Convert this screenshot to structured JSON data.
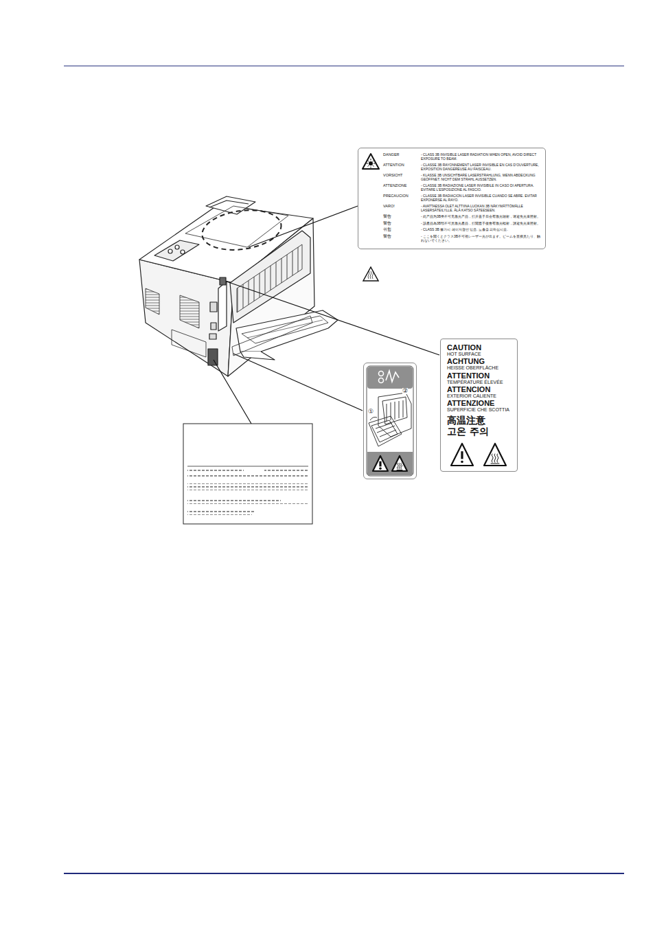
{
  "diagram": {
    "nodes": [
      {
        "text": [
          "DANGER",
          "- CLASS 3B INVISIBLE LASER RADIATION WHEN OPEN, AVOID DIRECT EXPOSURE TO BEAM.",
          "ATTENTION",
          "- CLASSE 3B RAYONNEMENT LASER INVISIBLE EN CAS D'OUVERTURE, EXPOSITION DANGEREUSE AU FAISCEAU.",
          "VORSICHT",
          "- KLASSE 3B UNSICHTBARE LASERSTRAHLUNG, WENN ABDECKUNG GEÖFFNET. NICHT DEM STRAHL AUSSETZEN.",
          "ATTENZIONE",
          "- CLASSE 3B RADIAZIONE LASER INVISIBILE IN CASO DI APERTURA. EVITARE L'ESPOSIZIONE AL FASCIO.",
          "PRECAUCION",
          "- CLASSE 3B RADIACION LASER INVISIBLE CUANDO SE ABRE. EVITAR EXPONERSE AL RAYO.",
          "VARO!",
          "- AVATTAESSA OLET ALTTIINA LUOKAN 3B NÄKYMÄTTÖMÄLLE LASERSÄTEILYLLE. ÄLÄ KATSO SÄTEESEEN.",
          "警告",
          "- 此产品为3B类不可见激光产品，打开盖子后会有激光辐射，请避免光束照射。",
          "警告",
          "- 該產品為3B類不可見激光產品，打開蓋子後會有激光輻射，請避免光束照射。",
          "위험",
          "- CLASS 3B 불가시 레이저광선 있음. 노출을 피하십시오.",
          "警告",
          "- ここを開くとクラス3B不可視レーザー光が出ます。ビームを直接見たり、触れないでください。"
        ]
      },
      {
        "text": [
          "CAUTION",
          "HOT SURFACE",
          "ACHTUNG",
          "HEISSE OBERFLÄCHE",
          "ATTENTION",
          "TEMPÉRATURE ÉLEVÉE",
          "ATTENCION",
          "EXTERIOR CALIENTE",
          "ATTENZIONE",
          "SUPERFICIE CHE SCOTTIA",
          "高温注意",
          "고온 주의"
        ]
      },
      {
        "text": [
          "①",
          "②"
        ]
      }
    ]
  }
}
